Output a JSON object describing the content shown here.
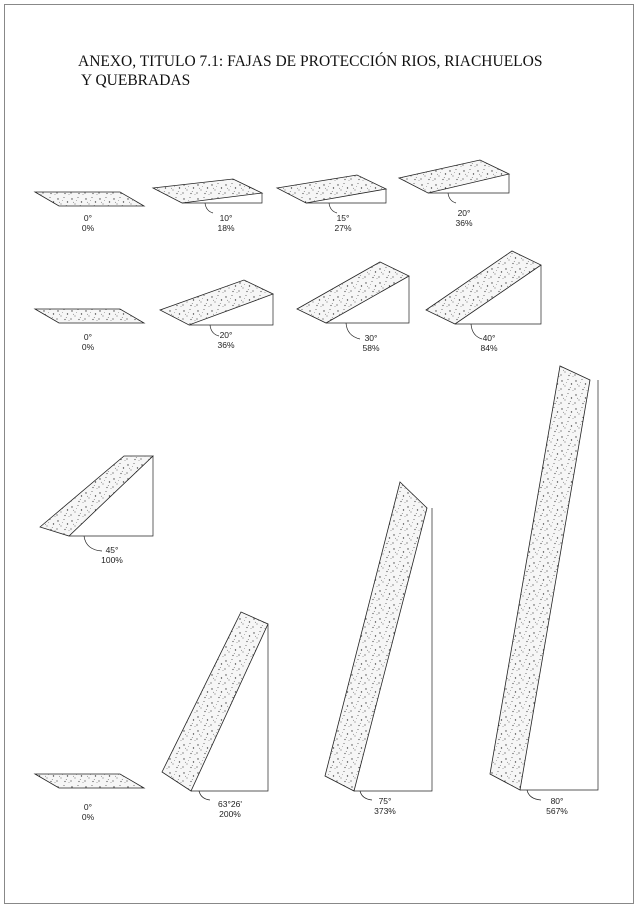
{
  "title": {
    "line1": "ANEXO, TITULO 7.1: FAJAS DE PROTECCIÓN RIOS, RIACHUELOS",
    "line2": "Y QUEBRADAS"
  },
  "slopes": [
    {
      "id": "r1a",
      "angle_label": "0°",
      "percent_label": "0%"
    },
    {
      "id": "r1b",
      "angle_label": "10°",
      "percent_label": "18%"
    },
    {
      "id": "r1c",
      "angle_label": "15°",
      "percent_label": "27%"
    },
    {
      "id": "r1d",
      "angle_label": "20°",
      "percent_label": "36%"
    },
    {
      "id": "r2a",
      "angle_label": "0°",
      "percent_label": "0%"
    },
    {
      "id": "r2b",
      "angle_label": "20°",
      "percent_label": "36%"
    },
    {
      "id": "r2c",
      "angle_label": "30°",
      "percent_label": "58%"
    },
    {
      "id": "r2d",
      "angle_label": "40°",
      "percent_label": "84%"
    },
    {
      "id": "r3a",
      "angle_label": "45°",
      "percent_label": "100%"
    },
    {
      "id": "r4a",
      "angle_label": "0°",
      "percent_label": "0%"
    },
    {
      "id": "r4b",
      "angle_label": "63°26'",
      "percent_label": "200%"
    },
    {
      "id": "r4c",
      "angle_label": "75°",
      "percent_label": "373%"
    },
    {
      "id": "r4d",
      "angle_label": "80°",
      "percent_label": "567%"
    }
  ],
  "colors": {
    "line": "#222222",
    "fill": "#f4f4f4",
    "speckle": "#444444",
    "border": "#888888"
  }
}
